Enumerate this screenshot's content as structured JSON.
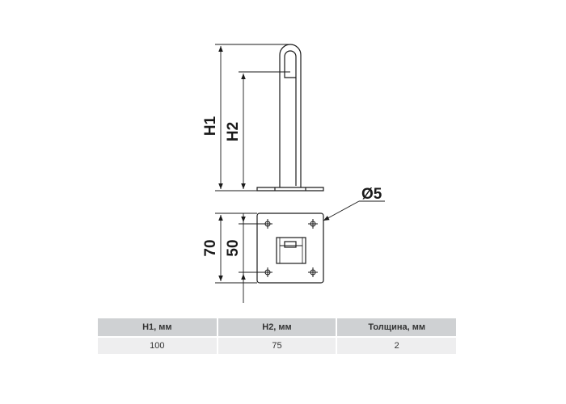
{
  "drawing": {
    "labels": {
      "h1": "H1",
      "h2": "H2",
      "diameter": "Ø5",
      "width_outer": "70",
      "width_inner": "50"
    },
    "colors": {
      "line": "#1a1a1a",
      "plate_fill": "#ffffff"
    }
  },
  "table": {
    "headers": [
      "H1, мм",
      "H2, мм",
      "Толщина, мм"
    ],
    "rows": [
      [
        "100",
        "75",
        "2"
      ]
    ],
    "colors": {
      "header_bg": "#cfd1d3",
      "row_bg": "#eeeeef"
    }
  }
}
